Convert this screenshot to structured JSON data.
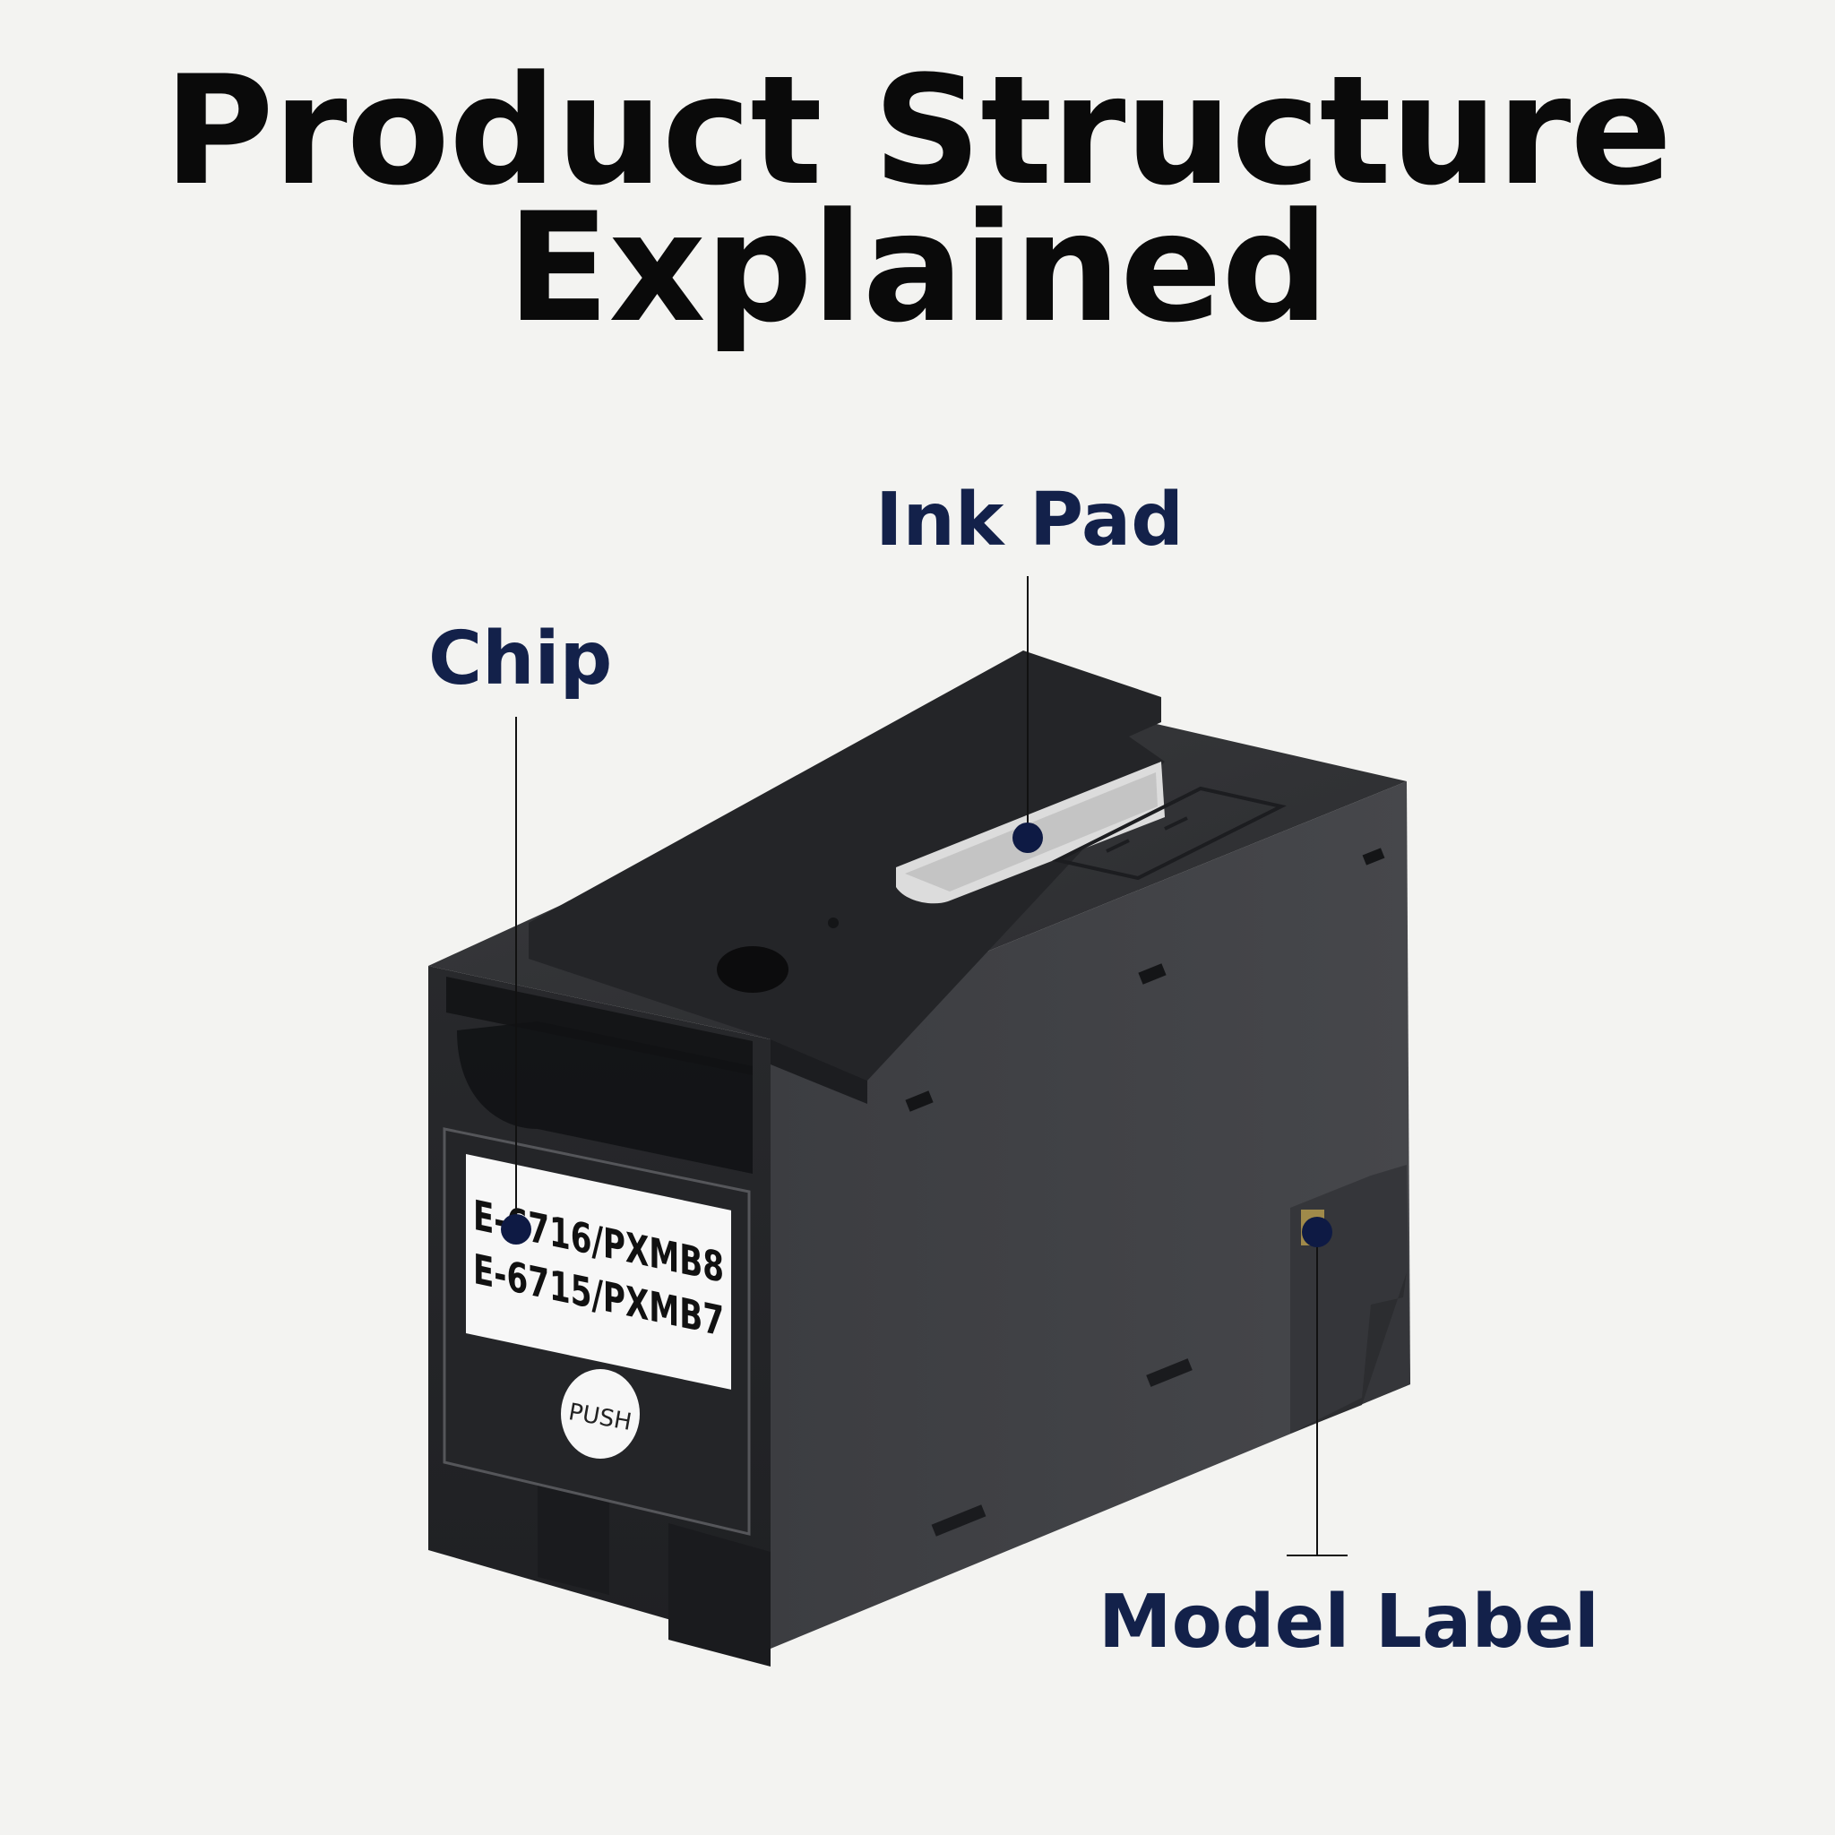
{
  "title": {
    "line1": "Product Structure",
    "line2": "Explained"
  },
  "callouts": {
    "ink_pad": "Ink Pad",
    "chip": "Chip",
    "model_label": "Model Label"
  },
  "product_label": {
    "line1": "E-6716/PXMB8",
    "line2": "E-6715/PXMB7",
    "push": "PUSH"
  },
  "colors": {
    "background": "#f3f3f1",
    "title_text": "#0a0a0a",
    "callout_text": "#13214a",
    "marker_dot": "#0e1a44",
    "product_body": "#2b2c2f"
  }
}
